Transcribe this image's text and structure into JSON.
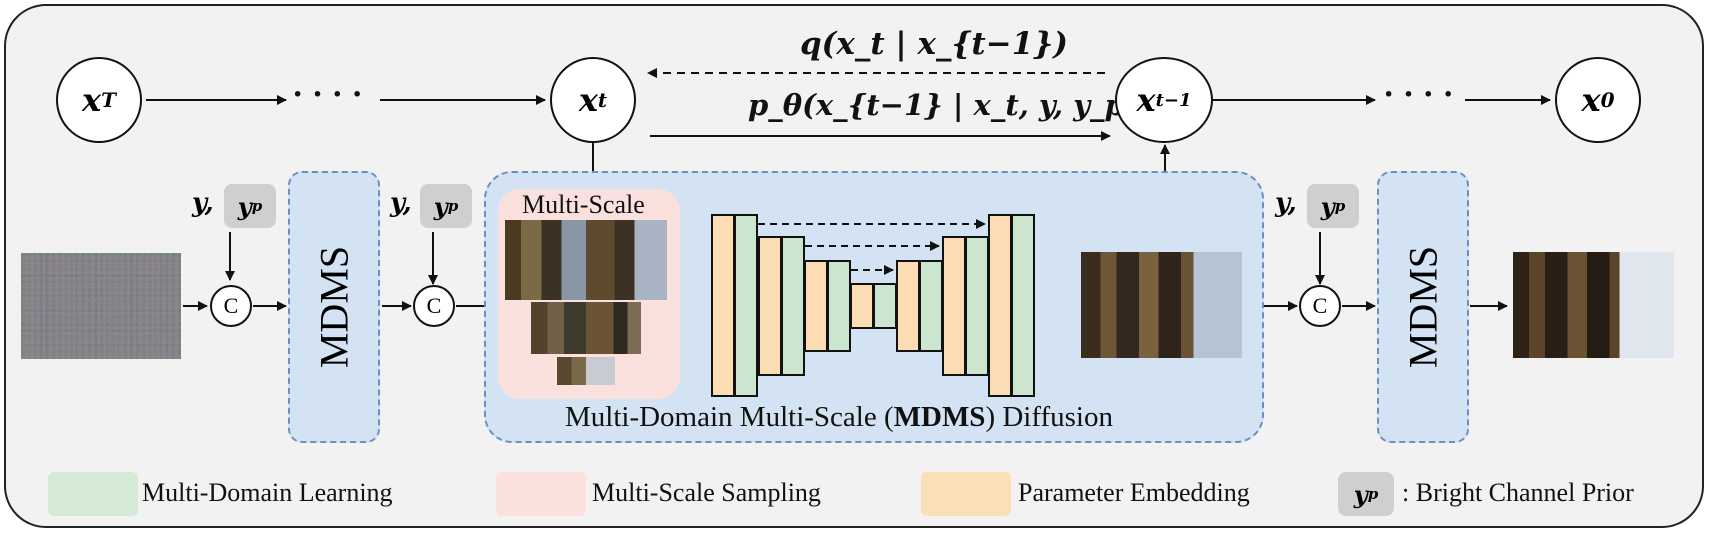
{
  "nodes": {
    "xT": {
      "base": "x",
      "sub": "T"
    },
    "xt": {
      "base": "x",
      "sub": "t"
    },
    "xt1": {
      "base": "x",
      "sub": "t−1"
    },
    "x0": {
      "base": "x",
      "sub": "0"
    }
  },
  "dots": "· · · ·",
  "forward_label": "q(x_t | x_{t−1})",
  "reverse_label": "p_θ(x_{t−1} | x_t, y, y_p)",
  "cond": {
    "y": "y,",
    "yp_base": "y",
    "yp_sub": "p"
  },
  "concat_symbol": "C",
  "mdms_label": "MDMS",
  "multiscale_label": "Multi-Scale",
  "diffusion_title": {
    "pre": "Multi-Domain Multi-Scale (",
    "bold": "MDMS",
    "post": ") Diffusion"
  },
  "legend": [
    {
      "label": "Multi-Domain Learning",
      "color": "#d4ead6"
    },
    {
      "label": "Multi-Scale Sampling",
      "color": "#fbe1de"
    },
    {
      "label": "Parameter Embedding",
      "color": "#fbdfb6"
    },
    {
      "label": ": Bright Channel Prior",
      "color": "#cfcfcf",
      "yp_base": "y",
      "yp_sub": "p"
    }
  ],
  "colors": {
    "mdms_fill": "#d4e3f3",
    "mdms_border": "#6d8fc0",
    "multiscale_fill": "#fbe1de",
    "domain_green": "#cce5cf",
    "param_orange": "#fbdcb3"
  }
}
